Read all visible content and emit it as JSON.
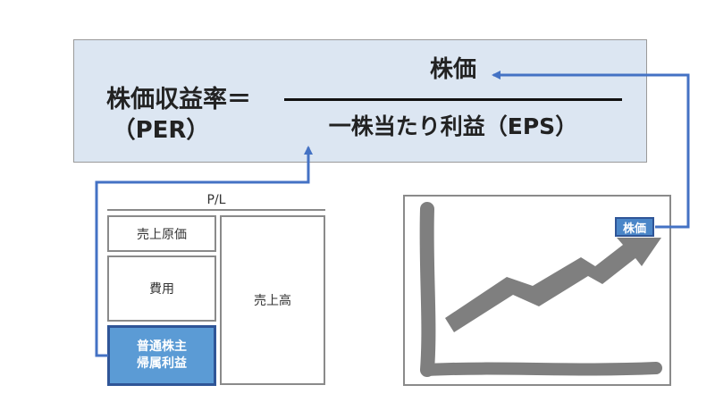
{
  "formula": {
    "lhs_title": "株価収益率＝",
    "lhs_sub": "（PER）",
    "numerator": "株価",
    "denominator": "一株当たり利益（EPS）"
  },
  "pl": {
    "label": "P/L",
    "cogs": "売上原価",
    "expense": "費用",
    "sales": "売上高",
    "profit_line1": "普通株主",
    "profit_line2": "帰属利益"
  },
  "chart": {
    "tag": "株価"
  },
  "colors": {
    "panel_bg": "#dce6f2",
    "accent_blue": "#4472c4",
    "profit_fill": "#5b9bd5",
    "arrow_gray": "#7f7f7f"
  }
}
